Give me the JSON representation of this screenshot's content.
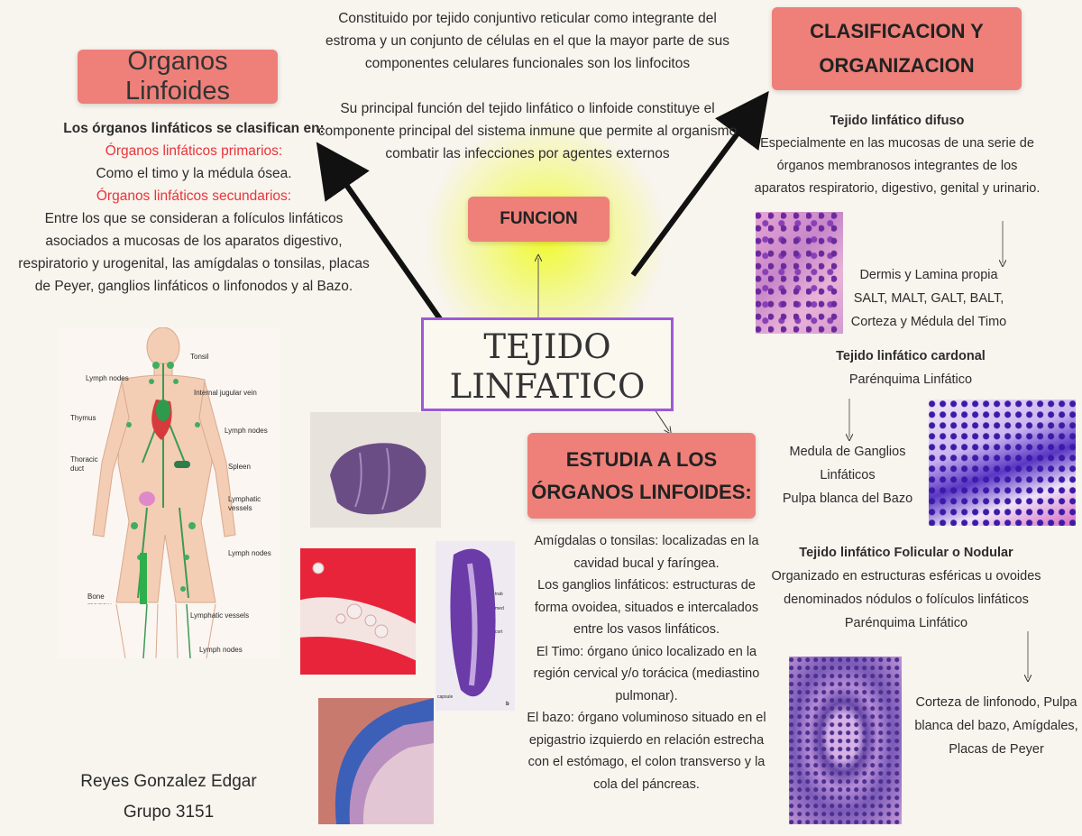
{
  "top_description": {
    "line1": "Constituido por tejido conjuntivo reticular como integrante del",
    "line2": "estroma y un conjunto de células en el que la mayor parte de sus",
    "line3": "componentes celulares funcionales son los linfocitos",
    "line4": "Su principal función del tejido linfático o linfoide constituye el",
    "line5": "componente principal del sistema inmune que permite al organismo",
    "line6": "combatir las infecciones por agentes externos"
  },
  "center": {
    "title_line1": "TEJIDO",
    "title_line2": "LINFATICO",
    "funcion_label": "FUNCION"
  },
  "organos": {
    "title": "Organos Linfoides",
    "heading": "Los órganos linfáticos se clasifican en:",
    "primarios_label": "Órganos linfáticos primarios:",
    "primarios_text": "Como el timo y la médula ósea.",
    "secundarios_label": "Órganos linfáticos secundarios:",
    "sec_line1": "Entre los que se consideran a folículos linfáticos",
    "sec_line2": "asociados a mucosas de los aparatos digestivo,",
    "sec_line3": "respiratorio y urogenital, las amígdalas o tonsilas, placas",
    "sec_line4": "de Peyer, ganglios linfáticos o linfonodos y al Bazo."
  },
  "body_figure": {
    "labels": {
      "tonsil": "Tonsil",
      "lymph_nodes_1": "Lymph nodes",
      "jugular": "Internal jugular vein",
      "thymus": "Thymus",
      "lymph_nodes_2": "Lymph nodes",
      "thoracic_1": "Thoracic",
      "thoracic_2": "duct",
      "spleen": "Spleen",
      "lymphatic_1": "Lymphatic",
      "lymphatic_2": "vessels",
      "lymph_nodes_3": "Lymph nodes",
      "bone_1": "Bone",
      "bone_2": "marrow",
      "lymphatic_vessels": "Lymphatic vessels",
      "lymph_nodes_4": "Lymph nodes"
    }
  },
  "author": {
    "name": "Reyes Gonzalez Edgar",
    "group": "Grupo 3151"
  },
  "clasificacion": {
    "title_line1": "CLASIFICACION Y",
    "title_line2": "ORGANIZACION",
    "difuso_heading": "Tejido linfático difuso",
    "difuso_line1": "Especialmente en las mucosas de una serie de",
    "difuso_line2": "órganos membranosos integrantes de los",
    "difuso_line3": "aparatos respiratorio, digestivo, genital y urinario.",
    "difuso_ex1": "Dermis y Lamina propia",
    "difuso_ex2": "SALT, MALT, GALT, BALT,",
    "difuso_ex3": "Corteza y Médula del Timo",
    "cordonal_heading": "Tejido linfático cardonal",
    "cordonal_sub": "Parénquima Linfático",
    "cordonal_ex1": "Medula de Ganglios",
    "cordonal_ex2": "Linfáticos",
    "cordonal_ex3": "Pulpa blanca del Bazo",
    "folicular_heading": "Tejido linfático Folicular o Nodular",
    "folicular_line1": "Organizado en estructuras esféricas u ovoides",
    "folicular_line2": "denominados nódulos o folículos linfáticos",
    "folicular_line3": "Parénquima Linfático",
    "folicular_ex1": "Corteza de linfonodo, Pulpa",
    "folicular_ex2": "blanca del bazo, Amígdales,",
    "folicular_ex3": "Placas de Peyer"
  },
  "estudia": {
    "title_line1": "ESTUDIA A LOS",
    "title_line2": "ÓRGANOS LINFOIDES:",
    "l1": "Amígdalas o tonsilas: localizadas en la",
    "l2": "cavidad bucal y faríngea.",
    "l3": "Los ganglios linfáticos: estructuras de",
    "l4": "forma ovoidea, situados e intercalados",
    "l5": "entre los vasos linfáticos.",
    "l6": "El Timo: órgano único localizado en la",
    "l7": "región cervical y/o torácica (mediastino",
    "l8": "pulmonar).",
    "l9": "El bazo: órgano voluminoso situado en el",
    "l10": "epigastrio izquierdo en relación estrecha",
    "l11": "con el estómago, el colon transverso y la",
    "l12": "cola del páncreas."
  },
  "thymus_slide_labels": {
    "a": "trab",
    "b": "med",
    "c": "cort",
    "d": "capsule",
    "e": "b"
  },
  "colors": {
    "pill": "#ee8079",
    "title_border": "#9e59d8",
    "red_text": "#e8343a",
    "glow": "#f0fa28"
  }
}
